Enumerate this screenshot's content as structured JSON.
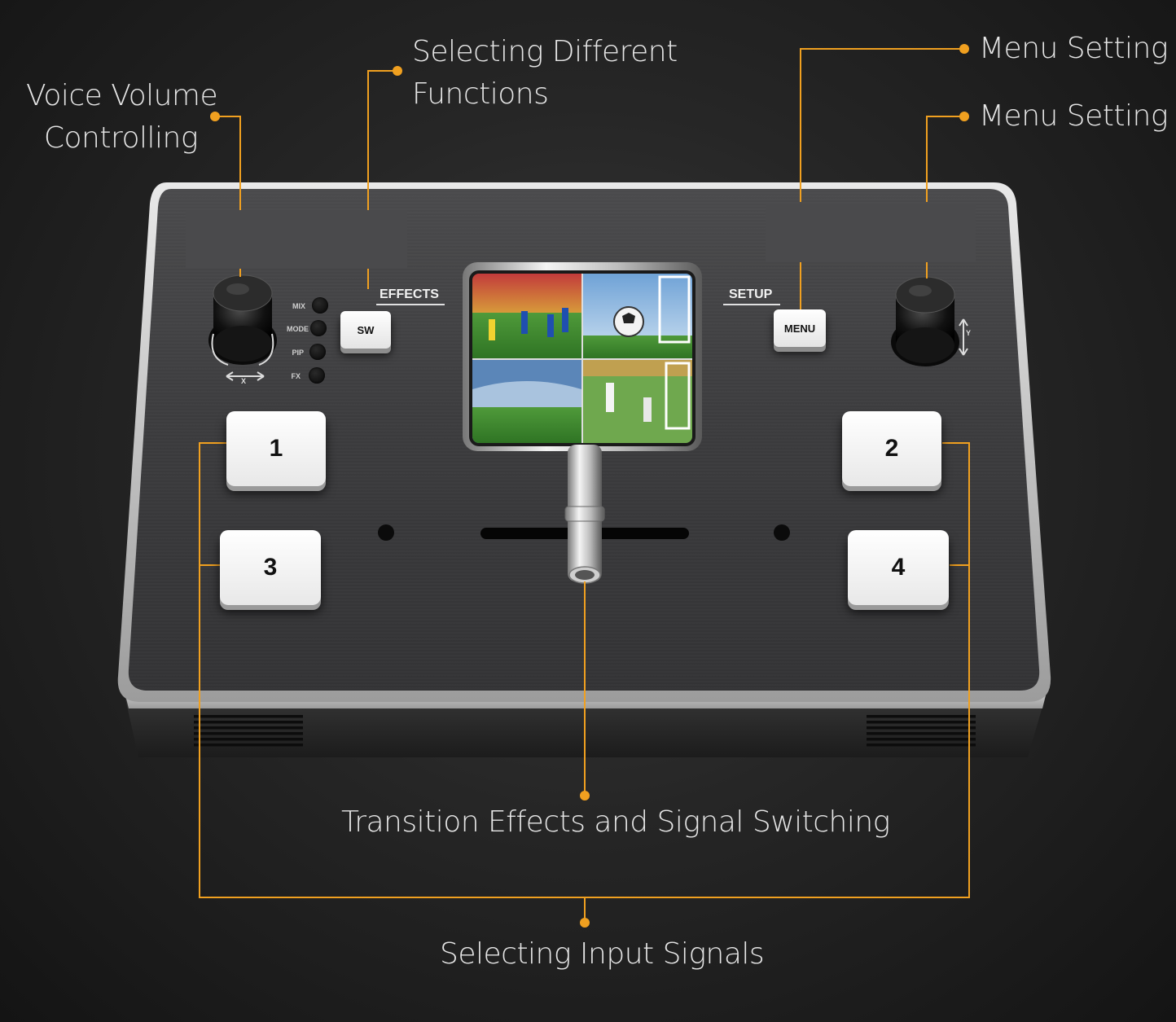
{
  "callouts": {
    "voice_volume": "Voice Volume\n  Controlling",
    "selecting_functions": "Selecting Different\nFunctions",
    "menu_setting_1": "Menu Setting",
    "menu_setting_2": "Menu Setting",
    "transition": "Transition Effects and Signal Switching",
    "input_signals": "Selecting Input Signals"
  },
  "panel": {
    "effects_label": "EFFECTS",
    "setup_label": "SETUP",
    "sw_button": "SW",
    "menu_button": "MENU",
    "mode_labels": [
      "MIX",
      "MODE",
      "PIP",
      "FX"
    ],
    "knob_left_axis": "X",
    "knob_right_axis": "Y",
    "input_buttons": [
      "1",
      "2",
      "3",
      "4"
    ]
  },
  "colors": {
    "accent": "#f0a020",
    "panel": "#3c3c3e",
    "bezel": "#c8c8c8",
    "key": "#ffffff"
  }
}
